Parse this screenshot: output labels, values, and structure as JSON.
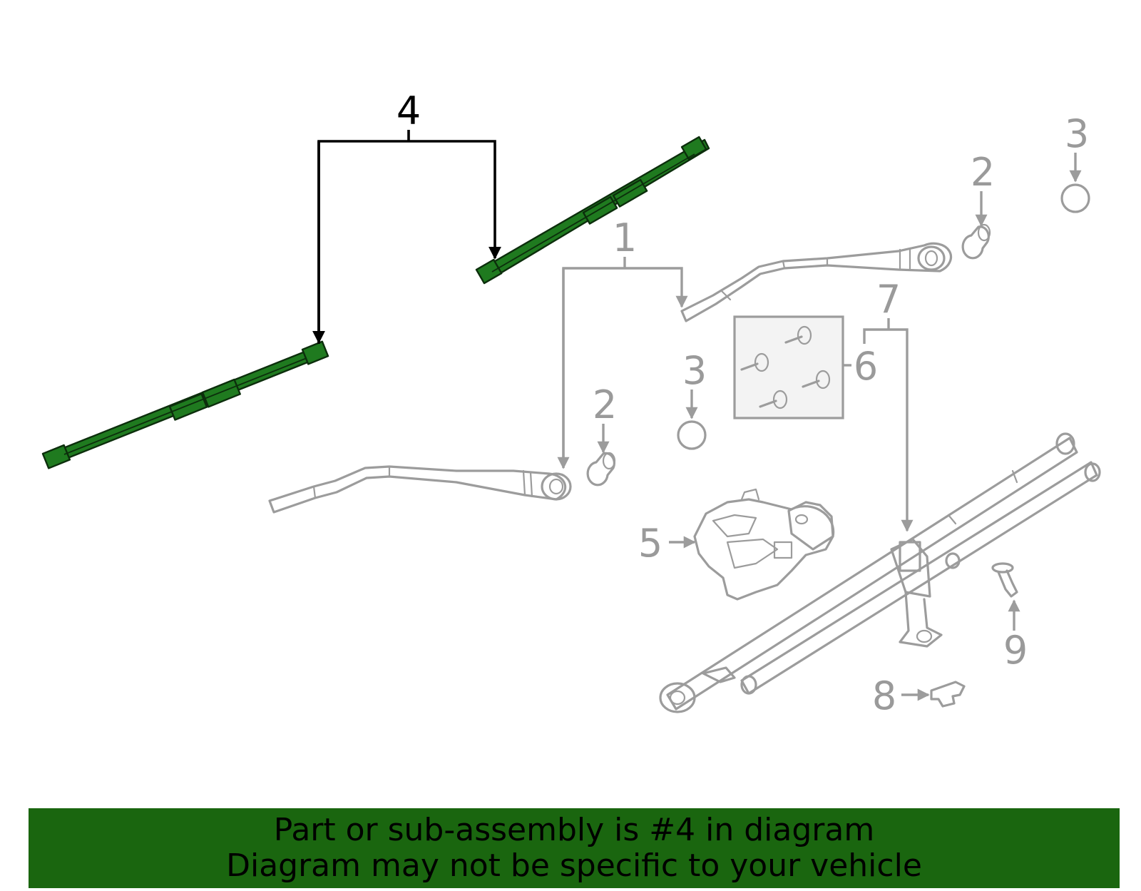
{
  "diagram": {
    "highlight_color": "#1f7a1f",
    "callouts": {
      "c1": "1",
      "c2a": "2",
      "c2b": "2",
      "c3a": "3",
      "c3b": "3",
      "c4": "4",
      "c5": "5",
      "c6": "6",
      "c7": "7",
      "c8": "8",
      "c9": "9"
    }
  },
  "banner": {
    "background_color": "#1a660f",
    "line1": "Part or sub-assembly is #4 in diagram",
    "line2": "Diagram may not be specific to your vehicle"
  }
}
